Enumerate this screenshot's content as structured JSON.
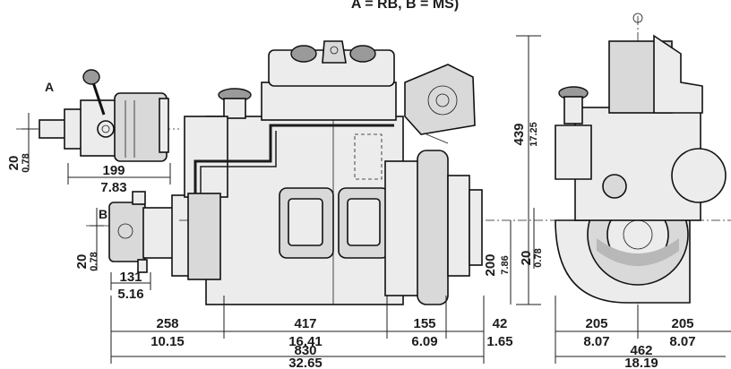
{
  "header": {
    "legend": "A = RB, B = MS)"
  },
  "labels": {
    "a": "A",
    "b": "B"
  },
  "dimensions": {
    "d258": {
      "mm": "258",
      "inch": "10.15"
    },
    "d417": {
      "mm": "417",
      "inch": "16.41"
    },
    "d155": {
      "mm": "155",
      "inch": "6.09"
    },
    "d42": {
      "mm": "42",
      "inch": "1.65"
    },
    "d830": {
      "mm": "830",
      "inch": "32.65"
    },
    "d205a": {
      "mm": "205",
      "inch": "8.07"
    },
    "d205b": {
      "mm": "205",
      "inch": "8.07"
    },
    "d462": {
      "mm": "462",
      "inch": "18.19"
    },
    "d199": {
      "mm": "199",
      "inch": "7.83"
    },
    "d131": {
      "mm": "131",
      "inch": "5.16"
    },
    "d439": {
      "mm": "439",
      "inch": "17.25"
    },
    "d200": {
      "mm": "200",
      "inch": "7.86"
    },
    "d20_right": {
      "mm": "20",
      "inch": "0.78"
    },
    "d20_a": {
      "mm": "20",
      "inch": "0.78"
    },
    "d20_b": {
      "mm": "20",
      "inch": "0.78"
    }
  }
}
